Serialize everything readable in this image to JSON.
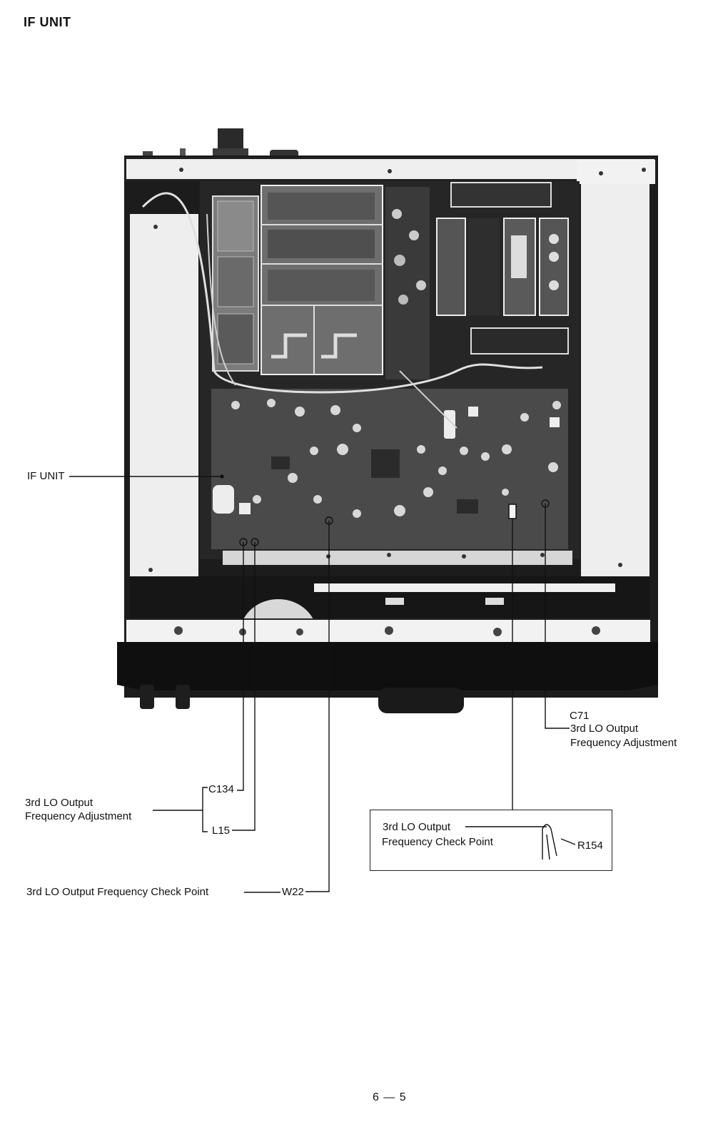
{
  "page": {
    "title": "IF UNIT",
    "page_number": "6 — 5"
  },
  "callouts": {
    "if_unit": "IF UNIT",
    "c71_ref": "C71",
    "c71_desc_line1": "3rd LO Output",
    "c71_desc_line2": "Frequency Adjustment",
    "left_adj_line1": "3rd LO Output",
    "left_adj_line2": "Frequency Adjustment",
    "c134_ref": "C134",
    "l15_ref": "L15",
    "w22_desc": "3rd LO Output Frequency Check Point",
    "w22_ref": "W22",
    "box_line1": "3rd LO Output",
    "box_line2": "Frequency Check Point",
    "r154_ref": "R154"
  }
}
